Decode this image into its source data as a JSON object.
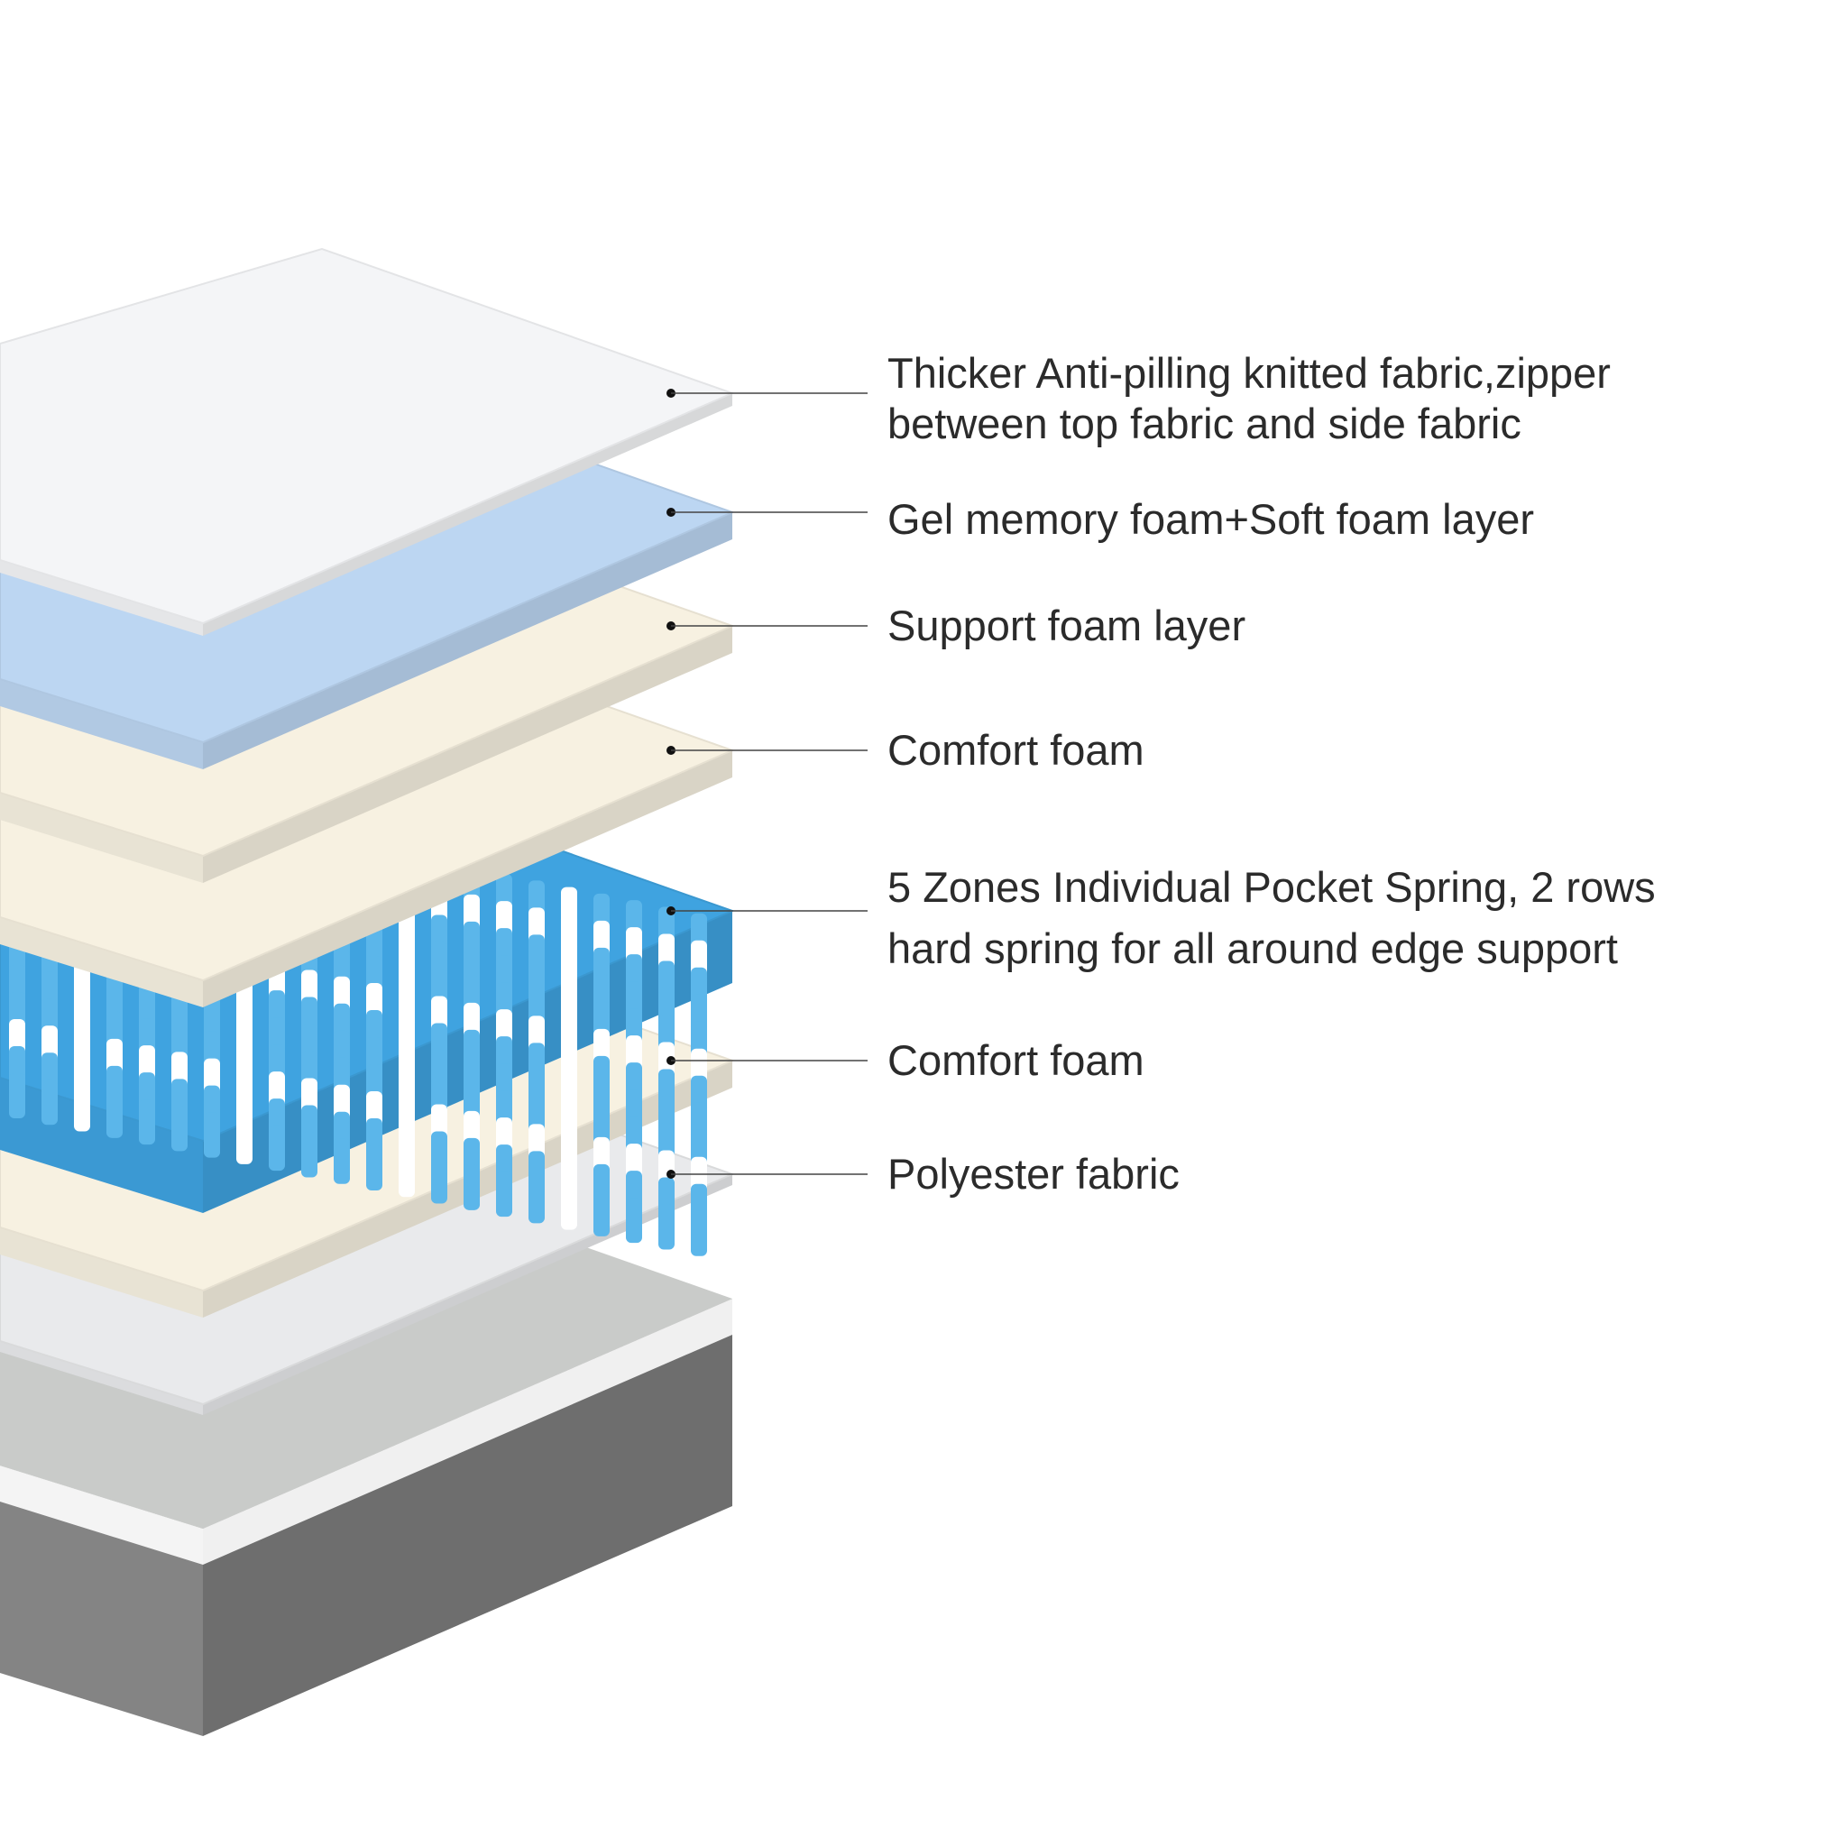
{
  "layers": [
    {
      "label_lines": [
        "Thicker Anti-pilling knitted fabric,zipper",
        "between top fabric and side fabric"
      ],
      "color": "#f4f5f7"
    },
    {
      "label_lines": [
        "Gel memory foam+Soft foam layer"
      ],
      "color": "#bcd6f2"
    },
    {
      "label_lines": [
        "Support foam layer"
      ],
      "color": "#f7f1e1"
    },
    {
      "label_lines": [
        "Comfort foam"
      ],
      "color": "#f7f1e1"
    },
    {
      "label_lines": [
        "5 Zones Individual Pocket Spring, 2 rows",
        "hard spring for all around edge support"
      ],
      "color": "#3fa3e0"
    },
    {
      "label_lines": [
        "Comfort foam"
      ],
      "color": "#f7f1e1"
    },
    {
      "label_lines": [
        "Polyester fabric"
      ],
      "color": "#e9eaec"
    }
  ],
  "base_color": "#7d7d7d"
}
